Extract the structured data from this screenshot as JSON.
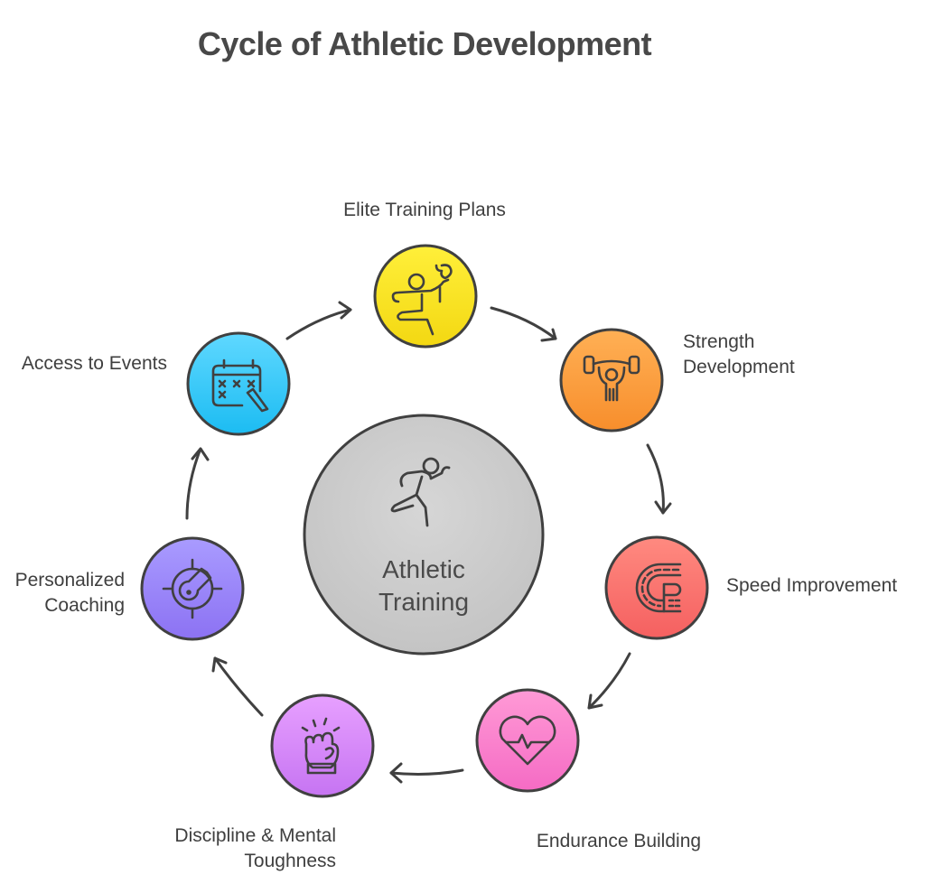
{
  "title": "Cycle of Athletic Development",
  "center": {
    "line1": "Athletic",
    "line2": "Training",
    "icon": "running-person-icon",
    "color": "#cfcfcf"
  },
  "nodes": [
    {
      "id": "elite-training-plans",
      "label_lines": [
        "Elite Training Plans"
      ],
      "icon": "athlete-stretch-icon",
      "color_top": "#ffef3a",
      "color_bottom": "#f3d812"
    },
    {
      "id": "strength-development",
      "label_lines": [
        "Strength",
        "Development"
      ],
      "icon": "weightlifter-icon",
      "color_top": "#ffb055",
      "color_bottom": "#f78e2c"
    },
    {
      "id": "speed-improvement",
      "label_lines": [
        "Speed Improvement"
      ],
      "icon": "race-track-icon",
      "color_top": "#ff8a80",
      "color_bottom": "#f56060"
    },
    {
      "id": "endurance-building",
      "label_lines": [
        "Endurance Building"
      ],
      "icon": "heart-pulse-icon",
      "color_top": "#ff9ad6",
      "color_bottom": "#f56bc4"
    },
    {
      "id": "discipline-mental-toughness",
      "label_lines": [
        "Discipline & Mental",
        "Toughness"
      ],
      "icon": "fist-icon",
      "color_top": "#e7a0ff",
      "color_bottom": "#c674f2"
    },
    {
      "id": "personalized-coaching",
      "label_lines": [
        "Personalized",
        "Coaching"
      ],
      "icon": "target-key-icon",
      "color_top": "#a99bff",
      "color_bottom": "#8c72f3"
    },
    {
      "id": "access-to-events",
      "label_lines": [
        "Access to Events"
      ],
      "icon": "calendar-pen-icon",
      "color_top": "#5fd8ff",
      "color_bottom": "#1cbcf2"
    }
  ],
  "stroke_color": "#404040"
}
